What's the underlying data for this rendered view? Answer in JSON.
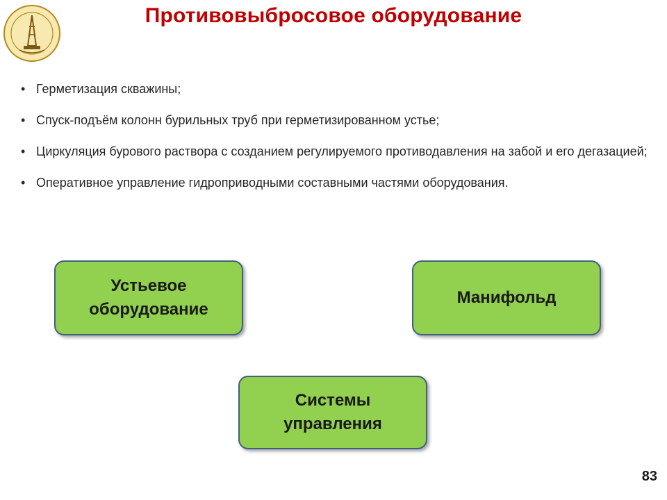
{
  "title": "Противовыбросовое оборудование",
  "bullets": [
    "Герметизация скважины;",
    "Спуск-подъём колонн бурильных труб при герметизированном устье;",
    "Циркуляция бурового раствора с созданием регулируемого противодавления на забой и его дегазацией;",
    "Оперативное управление гидроприводными составными частями оборудования."
  ],
  "boxes": {
    "wellhead": "Устьевое\nоборудование",
    "manifold": "Манифольд",
    "control": "Системы\nуправления"
  },
  "page_number": "83",
  "colors": {
    "title": "#c00000",
    "box_fill": "#92d050",
    "box_border": "#41607f"
  }
}
